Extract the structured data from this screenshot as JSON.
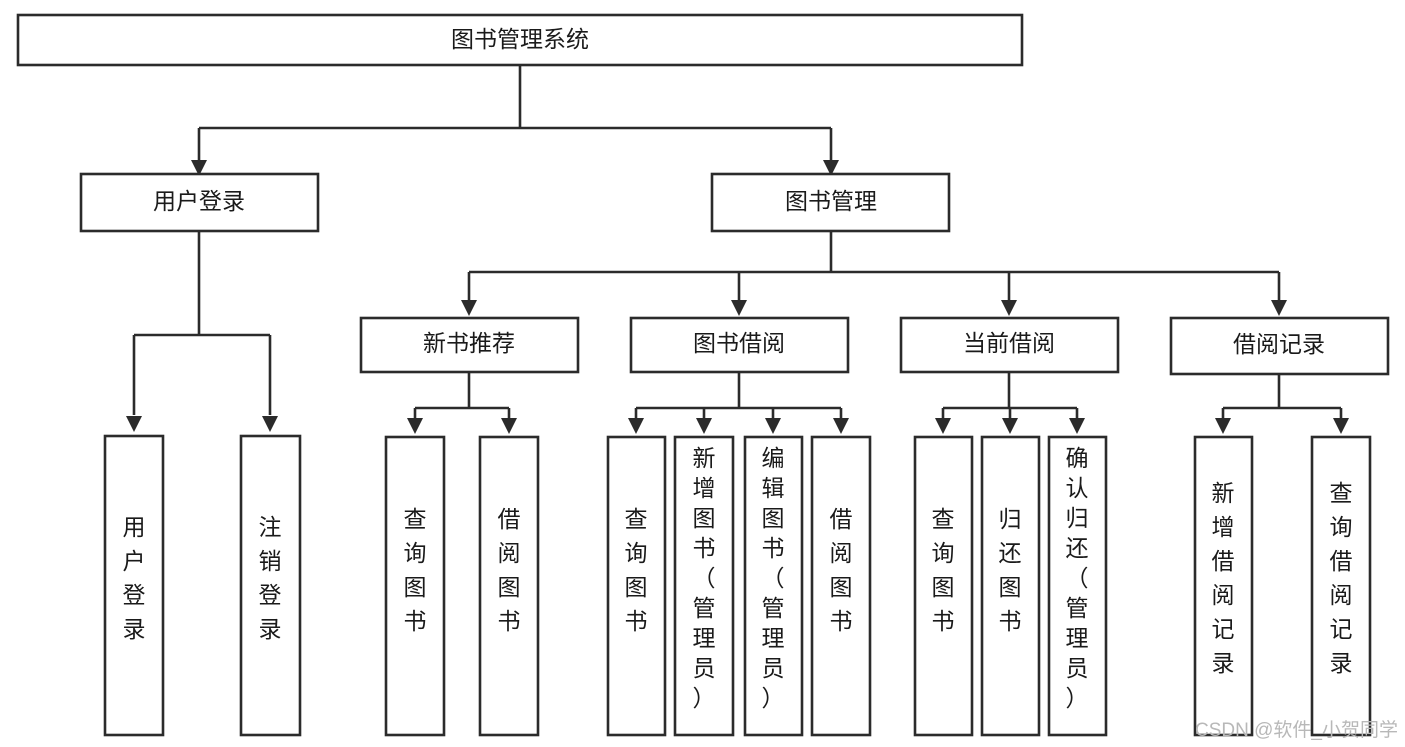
{
  "diagram": {
    "type": "tree-hierarchy",
    "title": "图书管理系统",
    "orientation": "top-down",
    "colors": {
      "stroke": "#2b2b2b",
      "box_fill": "#ffffff",
      "text": "#1a1a1a",
      "background": "#ffffff",
      "watermark": "#b8b8b8"
    },
    "levels": [
      {
        "level": 0,
        "nodes": [
          {
            "id": "root",
            "label": "图书管理系统",
            "orientation": "horizontal"
          }
        ]
      },
      {
        "level": 1,
        "nodes": [
          {
            "id": "login",
            "label": "用户登录",
            "orientation": "horizontal",
            "parent": "root"
          },
          {
            "id": "bookmgmt",
            "label": "图书管理",
            "orientation": "horizontal",
            "parent": "root"
          }
        ]
      },
      {
        "level": 2,
        "nodes": [
          {
            "id": "newbook",
            "label": "新书推荐",
            "orientation": "horizontal",
            "parent": "bookmgmt"
          },
          {
            "id": "borrow",
            "label": "图书借阅",
            "orientation": "horizontal",
            "parent": "bookmgmt"
          },
          {
            "id": "current",
            "label": "当前借阅",
            "orientation": "horizontal",
            "parent": "bookmgmt"
          },
          {
            "id": "records",
            "label": "借阅记录",
            "orientation": "horizontal",
            "parent": "bookmgmt"
          }
        ]
      },
      {
        "level": 3,
        "nodes": [
          {
            "id": "leaf-user-login",
            "label": "用户登录",
            "orientation": "vertical",
            "parent": "login"
          },
          {
            "id": "leaf-user-logout",
            "label": "注销登录",
            "orientation": "vertical",
            "parent": "login"
          },
          {
            "id": "leaf-query-book-1",
            "label": "查询图书",
            "orientation": "vertical",
            "parent": "newbook"
          },
          {
            "id": "leaf-borrow-book-1",
            "label": "借阅图书",
            "orientation": "vertical",
            "parent": "newbook"
          },
          {
            "id": "leaf-query-book-2",
            "label": "查询图书",
            "orientation": "vertical",
            "parent": "borrow"
          },
          {
            "id": "leaf-add-book",
            "label": "新增图书（管理员）",
            "orientation": "vertical",
            "parent": "borrow"
          },
          {
            "id": "leaf-edit-book",
            "label": "编辑图书（管理员）",
            "orientation": "vertical",
            "parent": "borrow"
          },
          {
            "id": "leaf-borrow-book-2",
            "label": "借阅图书",
            "orientation": "vertical",
            "parent": "borrow"
          },
          {
            "id": "leaf-query-book-3",
            "label": "查询图书",
            "orientation": "vertical",
            "parent": "current"
          },
          {
            "id": "leaf-return-book",
            "label": "归还图书",
            "orientation": "vertical",
            "parent": "current"
          },
          {
            "id": "leaf-confirm-return",
            "label": "确认归还（管理员）",
            "orientation": "vertical",
            "parent": "current"
          },
          {
            "id": "leaf-add-record",
            "label": "新增借阅记录",
            "orientation": "vertical",
            "parent": "records"
          },
          {
            "id": "leaf-query-record",
            "label": "查询借阅记录",
            "orientation": "vertical",
            "parent": "records"
          }
        ]
      }
    ]
  },
  "watermark": {
    "text": "CSDN @软件_小贺同学"
  }
}
